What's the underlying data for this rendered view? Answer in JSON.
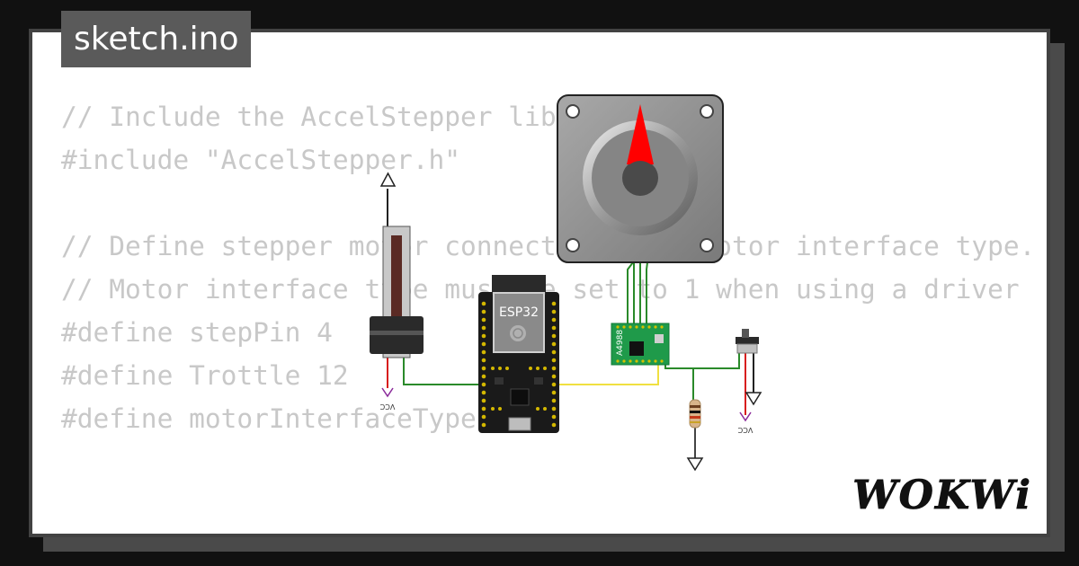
{
  "file": {
    "name": "sketch.ino"
  },
  "code": {
    "lines": [
      "// Include the AccelStepper library",
      "#include \"AccelStepper.h\"",
      "",
      "// Define stepper motor connections and motor interface type.",
      "// Motor interface type must be set to 1 when using a driver",
      "#define stepPin 4",
      "#define Trottle 12",
      "#define motorInterfaceType 1"
    ]
  },
  "parts": {
    "mcu_label": "ESP32",
    "driver_label": "A4988",
    "vcc_label_1": "VCC",
    "vcc_label_2": "VCC"
  },
  "brand": {
    "name": "WOKWi"
  },
  "colors": {
    "background": "#111111",
    "card": "#ffffff",
    "tab": "#5a5a5a",
    "code_text": "#c8c8c8",
    "wire_green": "#2a8a2a",
    "wire_yellow": "#f0e040",
    "motor_needle": "#ff0000",
    "driver_board": "#1f9a4a"
  }
}
